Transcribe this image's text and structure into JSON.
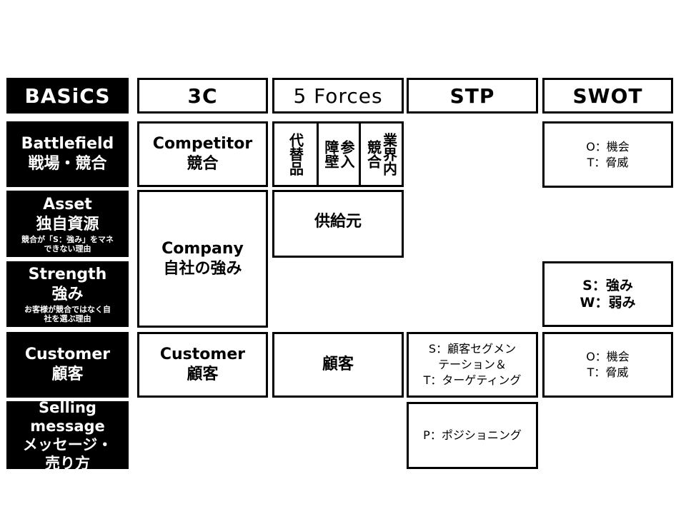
{
  "headers": {
    "basics": "BASiCS",
    "three_c": "3C",
    "five_forces": "5 Forces",
    "stp": "STP",
    "swot": "SWOT"
  },
  "rows": {
    "battlefield": {
      "en": "Battlefield",
      "jp": "戦場・競合"
    },
    "asset": {
      "en": "Asset",
      "jp": "独自資源",
      "note1": "競合が「S：強み」をマネ",
      "note2": "できない理由"
    },
    "strength": {
      "en": "Strength",
      "jp": "強み",
      "note1": "お客様が競合ではなく自",
      "note2": "社を選ぶ理由"
    },
    "customer": {
      "en": "Customer",
      "jp": "顧客"
    },
    "selling": {
      "en1": "Selling",
      "en2": "message",
      "jp1": "メッセージ・",
      "jp2": "売り方"
    }
  },
  "three_c": {
    "competitor": {
      "en": "Competitor",
      "jp": "競合"
    },
    "company": {
      "en": "Company",
      "jp": "自社の強み"
    },
    "customer": {
      "en": "Customer",
      "jp": "顧客"
    }
  },
  "five_forces": {
    "substitute": "代替品",
    "barrier1": "参入",
    "barrier2": "障壁",
    "industry1": "業界内",
    "industry2": "競合",
    "supplier": "供給元",
    "customer": "顧客"
  },
  "stp": {
    "seg_line1": "S：顧客セグメン",
    "seg_line2": "テーション＆",
    "seg_line3": "T：ターゲティング",
    "positioning": "P：ポジショニング"
  },
  "swot": {
    "ot1_o": "O：機会",
    "ot1_t": "T：脅威",
    "sw_s": "S：強み",
    "sw_w": "W：弱み",
    "ot2_o": "O：機会",
    "ot2_t": "T：脅威"
  }
}
